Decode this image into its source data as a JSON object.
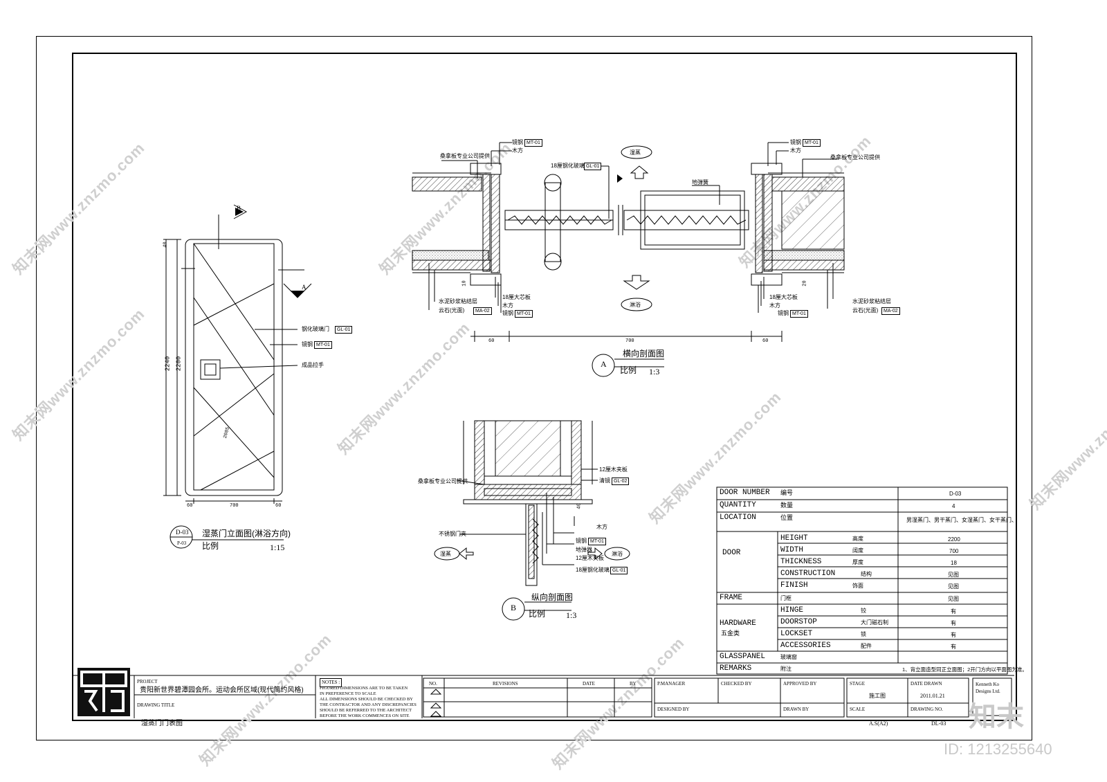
{
  "watermark": {
    "text": "知末网www.znzmo.com",
    "id": "ID: 1213255640",
    "brand": "知末"
  },
  "elevation": {
    "title": "湿蒸门立面图(淋浴方向)",
    "scale_label": "比例",
    "scale": "1:15",
    "tag_top": "D-03",
    "tag_bottom": "P-03",
    "dim_total": "2240",
    "dim_inner": "2200",
    "dim_top": "40",
    "dim_diag": "2085",
    "dim_w_left": "60",
    "dim_w_mid": "700",
    "dim_w_right": "60",
    "sec_b": "B",
    "sec_a": "A",
    "labels": {
      "glass_door": "钢化玻璃门",
      "glass_code": "GL-01",
      "steel": "镜钢",
      "steel_code": "MT-01",
      "handle": "成品拉手"
    }
  },
  "section_a": {
    "title": "横向剖面图",
    "scale_label": "比例",
    "scale": "1:3",
    "circle": "A",
    "left_labels": {
      "sauna": "桑拿板专业公司提供",
      "steel": "镜钢",
      "steel_code": "MT-01",
      "wood": "木方",
      "mortar": "水泥砂浆粘结层",
      "stone": "云石(光面)",
      "stone_code": "MA-02",
      "board": "18厘大芯板",
      "wood2": "木方",
      "steel2": "镜钢",
      "steel2_code": "MT-01",
      "dim": "10"
    },
    "glass": "18厘钢化玻璃",
    "glass_code": "GL-01",
    "pivot": "地弹簧",
    "dir_top": "湿蒸",
    "dir_bottom": "淋浴",
    "right_labels": {
      "steel": "镜钢",
      "steel_code": "MT-01",
      "wood": "木方",
      "sauna": "桑拿板专业公司提供",
      "board": "18厘大芯板",
      "wood2": "木方",
      "steel2": "镜钢",
      "steel2_code": "MT-01",
      "mortar": "水泥砂浆粘结层",
      "stone": "云石(光面)",
      "stone_code": "MA-02",
      "dim": "20"
    },
    "dims": [
      "60",
      "700",
      "60"
    ]
  },
  "section_b": {
    "title": "纵向剖面图",
    "scale_label": "比例",
    "scale": "1:3",
    "circle": "B",
    "labels": {
      "sauna": "桑拿板专业公司提供",
      "ply": "12厘木夹板",
      "clear_glass": "清镜",
      "clear_code": "GL-02",
      "dim": "40",
      "wood": "木方",
      "steel": "镜钢",
      "steel_code": "MT-01",
      "pivot": "地弹器",
      "ply2": "12厘木夹板",
      "glass": "18厘钢化玻璃",
      "glass_code": "GL-01",
      "clamp": "不锈钢门夹"
    },
    "dir_left": "湿蒸",
    "dir_right": "淋浴"
  },
  "schedule": {
    "rows": [
      {
        "cat": "DOOR NUMBER",
        "cn": "编号",
        "value": "D-03"
      },
      {
        "cat": "QUANTITY",
        "cn": "数量",
        "value": "4"
      },
      {
        "cat": "LOCATION",
        "cn": "位置",
        "value": "男湿蒸门、男干蒸门、女湿蒸门、女干蒸门、"
      }
    ],
    "door_label": "DOOR",
    "door_rows": [
      {
        "en": "HEIGHT",
        "cn": "高度",
        "value": "2200"
      },
      {
        "en": "WIDTH",
        "cn": "阔度",
        "value": "700"
      },
      {
        "en": "THICKNESS",
        "cn": "厚度",
        "value": "18"
      },
      {
        "en": "CONSTRUCTION",
        "cn": "结构",
        "value": "见图"
      },
      {
        "en": "FINISH",
        "cn": "饰面",
        "value": "见图"
      }
    ],
    "frame": {
      "en": "FRAME",
      "cn": "门框",
      "value": "见图"
    },
    "hardware_label": "HARDWARE",
    "hardware_cn": "五金类",
    "hardware_rows": [
      {
        "en": "HINGE",
        "cn": "铰",
        "value": "有"
      },
      {
        "en": "DOORSTOP",
        "cn": "大门磁石制",
        "value": "有"
      },
      {
        "en": "LOCKSET",
        "cn": "锁",
        "value": "有"
      },
      {
        "en": "ACCESSORIES",
        "cn": "配件",
        "value": "有"
      }
    ],
    "glasspanel": {
      "en": "GLASSPANEL",
      "cn": "玻璃窗",
      "value": ""
    },
    "remarks": {
      "en": "REMARKS",
      "cn": "附注",
      "value": "1、背立面造型同正立面图；2开门方向以平面图为准。"
    }
  },
  "titleblock": {
    "project_label": "PROJECT",
    "project": "贵阳新世界碧潭园会所。运动会所区域(现代简约风格)",
    "drawing_title_label": "DRAWING TITLE",
    "drawing_title": "湿蒸门门表图",
    "notes_label": "NOTES :",
    "notes": [
      "FIGURED DIMENSIONS ARE TO BE TAKEN",
      "IN PREFERENCE TO SCALE",
      "ALL DIMENSIONS SHOULD BE CHECKED BY",
      "THE CONTRACTOR AND ANY DISCREPANCIES",
      "SHOULD BE REFERRED TO THE ARCHITECT",
      "BEFORE THE WORK COMMENCES ON SITE"
    ],
    "rev_headers": [
      "NO.",
      "REVISIONS",
      "DATE",
      "BY"
    ],
    "pmanager": "P.MANAGER",
    "checked": "CHECKED BY",
    "approved": "APPROVED BY",
    "designed": "DESIGNED BY",
    "drawn": "DRAWN BY",
    "stage_label": "STAGE",
    "stage": "施工图",
    "date_label": "DATE DRAWN",
    "date": "2011.01.21",
    "scale_label": "SCALE",
    "scale": "A.S(A2)",
    "drawing_no_label": "DRAWING NO.",
    "drawing_no": "DL-03",
    "firm": [
      "Kenneth Ko",
      "Designs Ltd."
    ]
  }
}
